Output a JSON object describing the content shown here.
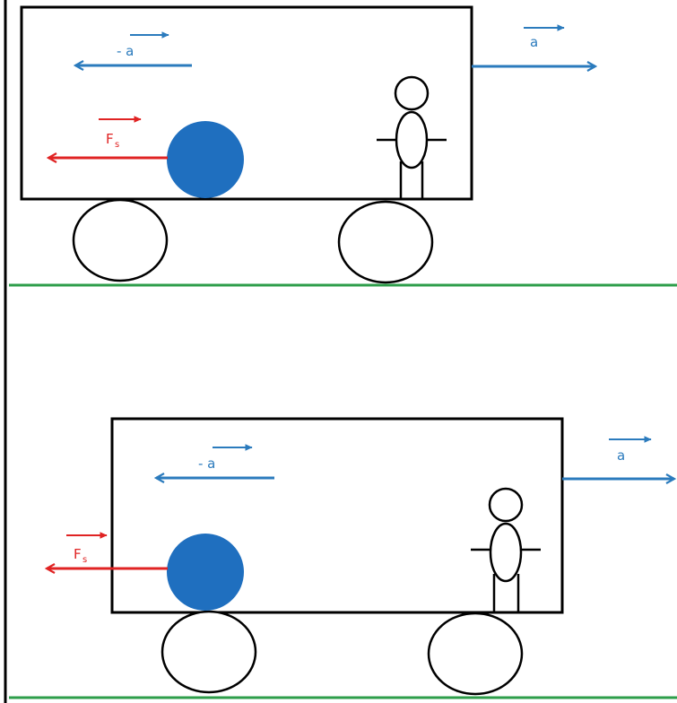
{
  "colors": {
    "outline": "#000000",
    "ground": "#2e9e4a",
    "accel_arrow": "#2b7bbd",
    "force_arrow": "#e02323",
    "ball": "#1f6fbf",
    "left_border": "#000000"
  },
  "panels": [
    {
      "accel_label": "a",
      "pseudo_accel_label": "- a",
      "force_label": "F",
      "force_subscript": "s"
    },
    {
      "accel_label": "a",
      "pseudo_accel_label": "- a",
      "force_label": "F",
      "force_subscript": "s"
    }
  ],
  "icons": {
    "ball": "ball-icon",
    "person": "stick-figure-icon",
    "wheel": "wheel-icon"
  }
}
